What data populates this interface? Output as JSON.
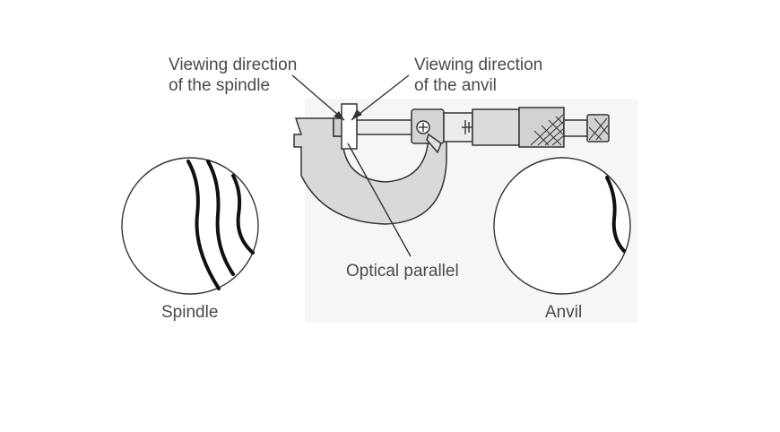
{
  "diagram": {
    "labels": {
      "spindle_view_1": "Viewing direction",
      "spindle_view_2": "of the spindle",
      "anvil_view_1": "Viewing direction",
      "anvil_view_2": "of the anvil",
      "optical_parallel": "Optical parallel",
      "spindle": "Spindle",
      "anvil": "Anvil"
    },
    "colors": {
      "frame": "#d9d9d9",
      "background_panel": "#f4f4f4",
      "outline": "#333333",
      "text": "#4a4a4a"
    }
  }
}
